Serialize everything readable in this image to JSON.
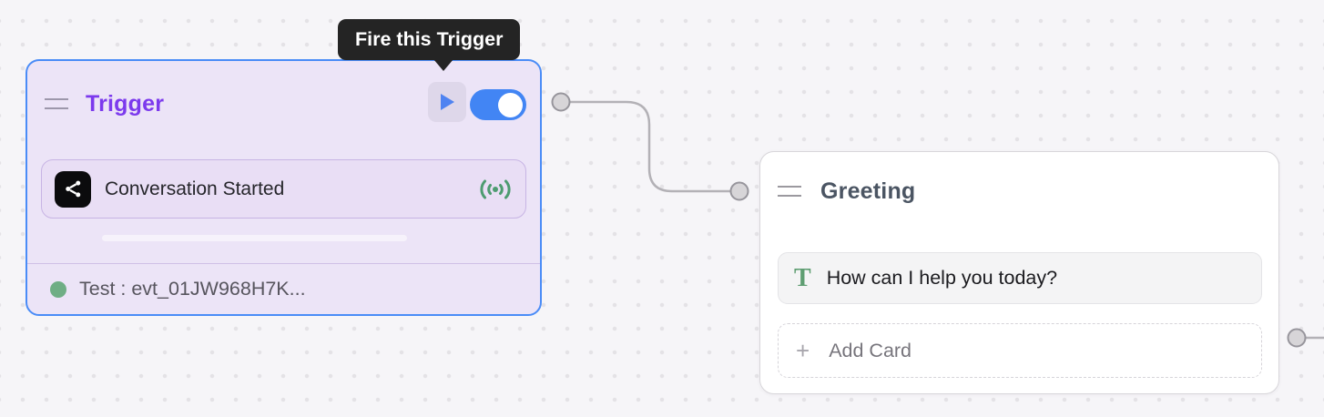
{
  "canvas": {
    "background": "#f6f5f8",
    "dot_color": "#e4e2e6"
  },
  "tooltip": {
    "text": "Fire this Trigger",
    "bg": "#242424",
    "text_color": "#ffffff"
  },
  "trigger": {
    "title": "Trigger",
    "accent_color": "#7c3aed",
    "border_color": "#4a8cf7",
    "bg_color": "#ece4f7",
    "play_icon": "play-icon",
    "play_color": "#4f83f1",
    "toggle": {
      "state": "on",
      "on_color": "#4285f4"
    },
    "card": {
      "icon": "share-icon",
      "label": "Conversation Started",
      "status_icon": "broadcast-icon",
      "status_color": "#4d9c70"
    },
    "footer": {
      "dot_color": "#6fae85",
      "text": "Test : evt_01JW968H7K..."
    }
  },
  "greeting": {
    "title": "Greeting",
    "card": {
      "icon": "text-icon",
      "icon_glyph": "T",
      "icon_color": "#5f9e72",
      "text": "How can I help you today?"
    },
    "add_card": {
      "plus_glyph": "+",
      "label": "Add Card"
    }
  },
  "connections": {
    "edge_color": "#b3b1b6",
    "port_fill": "#d7d5d8",
    "port_stroke": "#97959c"
  }
}
